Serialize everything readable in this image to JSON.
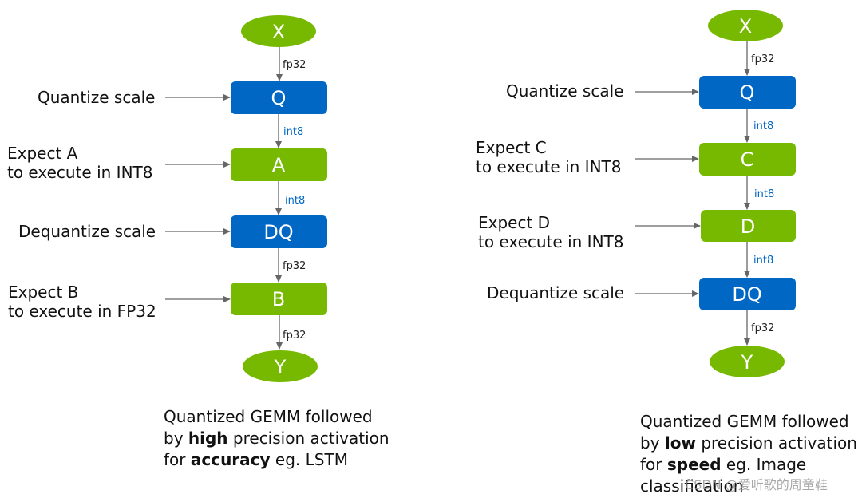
{
  "colors": {
    "green": "#76b900",
    "blue": "#0067c5",
    "arrow": "#666666",
    "int8_text": "#0067c5",
    "fp32_text": "#222222"
  },
  "left": {
    "nodes": {
      "x": "X",
      "q": "Q",
      "a": "A",
      "dq": "DQ",
      "b": "B",
      "y": "Y"
    },
    "edges": [
      "fp32",
      "int8",
      "int8",
      "fp32",
      "fp32"
    ],
    "side_labels": {
      "quantize": "Quantize scale",
      "expect_a_1": "Expect A",
      "expect_a_2": "to execute in INT8",
      "dequantize": "Dequantize scale",
      "expect_b_1": "Expect B",
      "expect_b_2": "to execute in FP32"
    },
    "caption": {
      "l1": "Quantized GEMM followed",
      "l2_a": "by ",
      "l2_bold": "high",
      "l2_b": " precision activation",
      "l3_a": "for ",
      "l3_bold": "accuracy",
      "l3_b": " eg. LSTM"
    }
  },
  "right": {
    "nodes": {
      "x": "X",
      "q": "Q",
      "c": "C",
      "d": "D",
      "dq": "DQ",
      "y": "Y"
    },
    "edges": [
      "fp32",
      "int8",
      "int8",
      "int8",
      "fp32"
    ],
    "side_labels": {
      "quantize": "Quantize scale",
      "expect_c_1": "Expect C",
      "expect_c_2": "to execute in INT8",
      "expect_d_1": "Expect D",
      "expect_d_2": "to execute in INT8",
      "dequantize": "Dequantize scale"
    },
    "caption": {
      "l1": "Quantized GEMM followed",
      "l2_a": "by ",
      "l2_bold": "low",
      "l2_b": " precision activation",
      "l3_a": "for ",
      "l3_bold": "speed",
      "l3_b": " eg. Image",
      "l4": "classification"
    }
  },
  "watermark": "CSDN @爱听歌的周童鞋"
}
